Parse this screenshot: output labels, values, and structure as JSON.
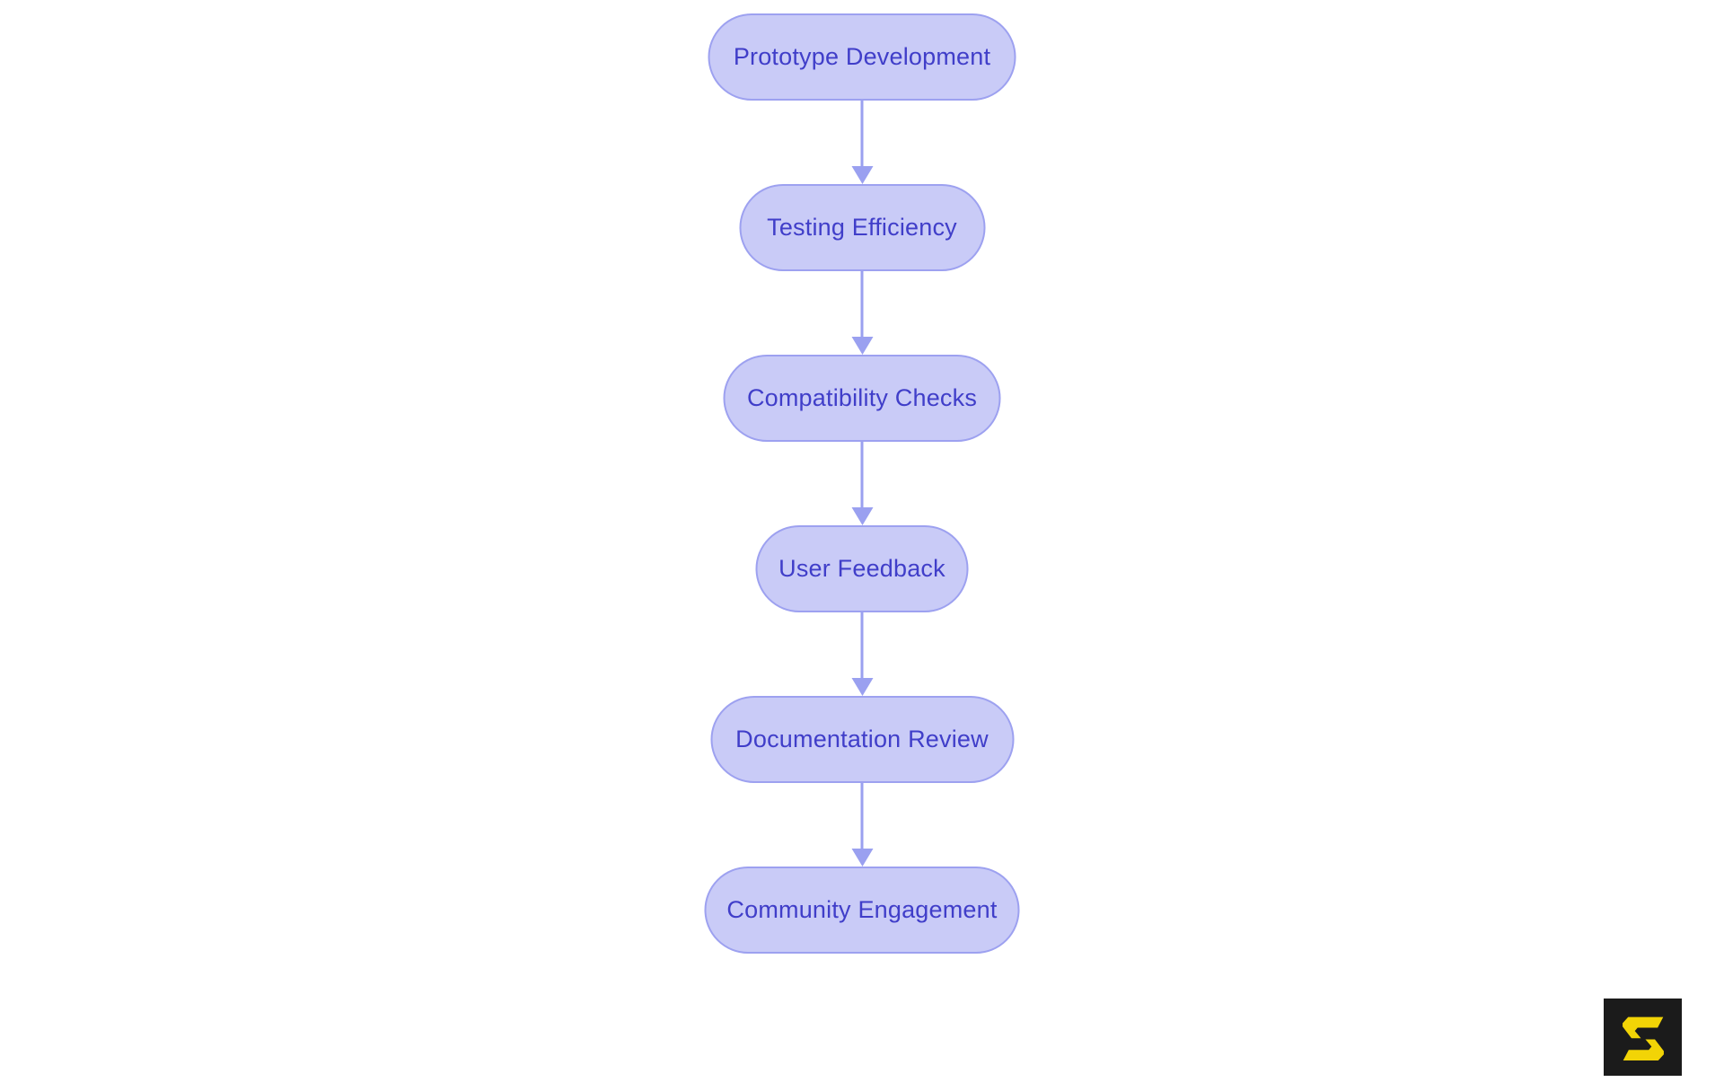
{
  "theme": {
    "page_bg": "#ffffff",
    "node_fill": "#c9cbf7",
    "node_border": "#9da1f0",
    "node_text": "#403ec9",
    "connector": "#9aa0f0",
    "logo_bg": "#1b1b1b",
    "logo_glyph": "#f2d406"
  },
  "diagram": {
    "type": "flowchart",
    "direction": "top-down",
    "nodes": [
      {
        "id": 1,
        "label": "Prototype Development"
      },
      {
        "id": 2,
        "label": "Testing Efficiency"
      },
      {
        "id": 3,
        "label": "Compatibility Checks"
      },
      {
        "id": 4,
        "label": "User Feedback"
      },
      {
        "id": 5,
        "label": "Documentation Review"
      },
      {
        "id": 6,
        "label": "Community Engagement"
      }
    ],
    "edges": [
      {
        "from": 1,
        "to": 2
      },
      {
        "from": 2,
        "to": 3
      },
      {
        "from": 3,
        "to": 4
      },
      {
        "from": 4,
        "to": 5
      },
      {
        "from": 5,
        "to": 6
      }
    ]
  },
  "branding": {
    "logo_letter": "S"
  }
}
